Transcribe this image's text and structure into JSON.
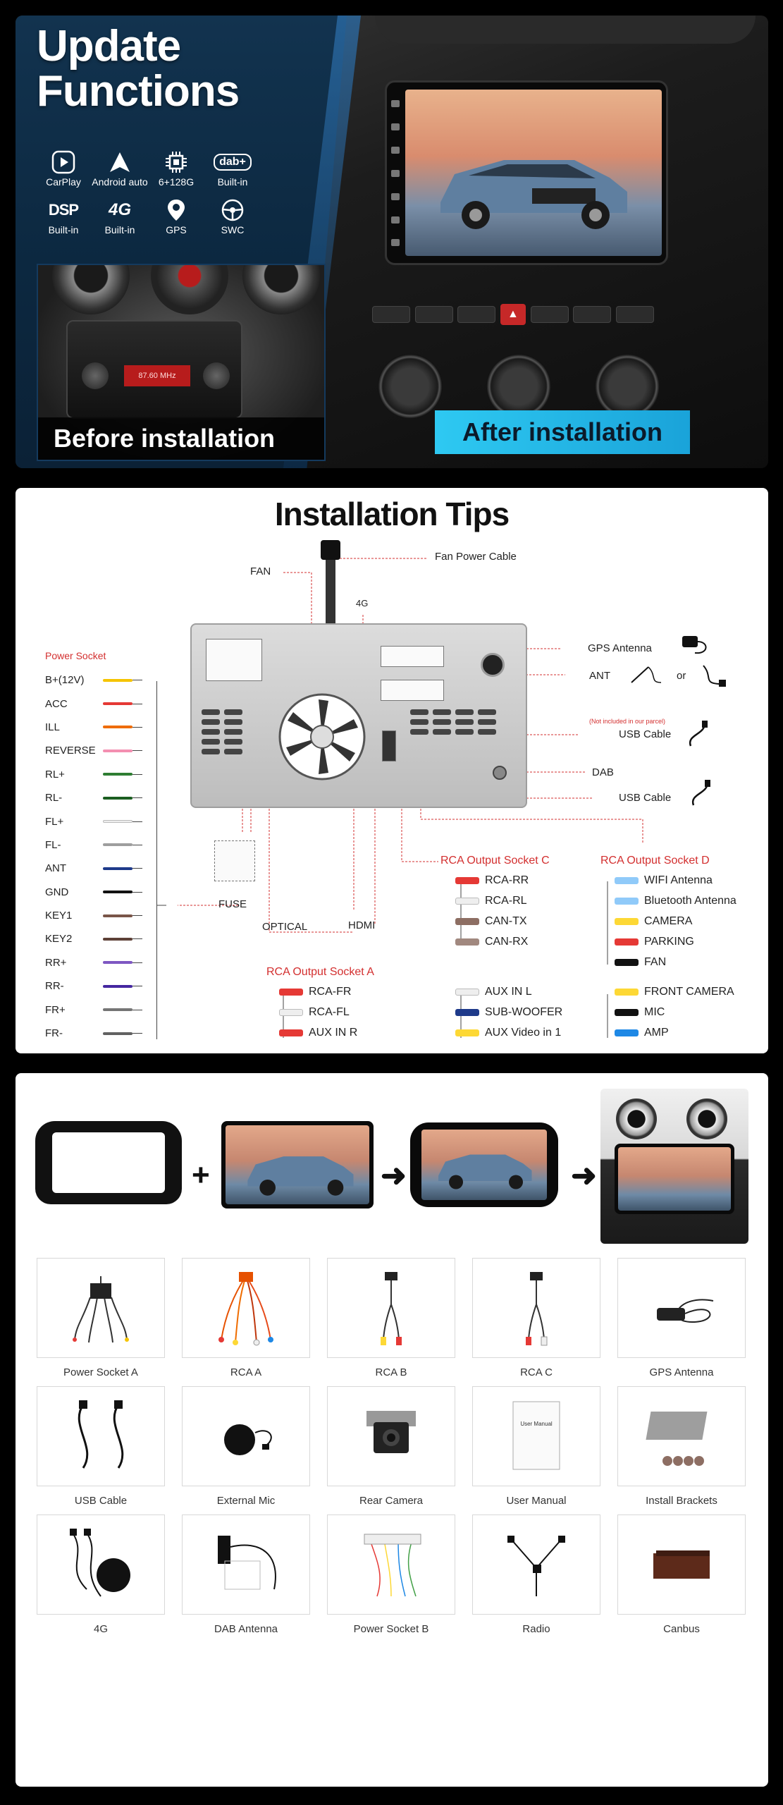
{
  "panel1": {
    "title_line1": "Update",
    "title_line2": "Functions",
    "features": [
      {
        "icon": "carplay-icon",
        "top": "",
        "label": "CarPlay"
      },
      {
        "icon": "android-auto-icon",
        "top": "",
        "label": "Android auto"
      },
      {
        "icon": "chip-icon",
        "top": "",
        "label": "6+128G"
      },
      {
        "icon": "dab-icon",
        "top": "dab+",
        "label": "Built-in"
      },
      {
        "icon": "dsp-icon",
        "top": "DSP",
        "label": "Built-in"
      },
      {
        "icon": "4g-icon",
        "top": "4G",
        "label": "Built-in"
      },
      {
        "icon": "gps-pin-icon",
        "top": "",
        "label": "GPS"
      },
      {
        "icon": "steering-wheel-icon",
        "top": "",
        "label": "SWC"
      }
    ],
    "radio_display": "87.60 MHz",
    "before_label": "Before installation",
    "after_label": "After installation"
  },
  "panel2": {
    "title": "Installation Tips",
    "labels": {
      "fan_power_cable": "Fan Power Cable",
      "fan": "FAN",
      "g4": "4G",
      "gps_antenna": "GPS Antenna",
      "ant": "ANT",
      "or": "or",
      "not_included": "(Not included in our parcel)",
      "usb_cable_1": "USB Cable",
      "dab": "DAB",
      "usb_cable_2": "USB Cable",
      "power_socket": "Power Socket",
      "fuse": "FUSE",
      "optical": "OPTICAL",
      "hdmi": "HDMI",
      "rca_c": "RCA Output Socket C",
      "rca_d": "RCA Output Socket D",
      "rca_a": "RCA Output Socket A"
    },
    "power_pins": [
      {
        "name": "B+(12V)",
        "color": "#f5c400"
      },
      {
        "name": "ACC",
        "color": "#e53935"
      },
      {
        "name": "ILL",
        "color": "#ef6c00"
      },
      {
        "name": "REVERSE",
        "color": "#f48fb1"
      },
      {
        "name": "RL+",
        "color": "#2e7d32"
      },
      {
        "name": "RL-",
        "color": "#1b5e20"
      },
      {
        "name": "FL+",
        "color": "#eeeeee"
      },
      {
        "name": "FL-",
        "color": "#9e9e9e"
      },
      {
        "name": "ANT",
        "color": "#1e3a8a"
      },
      {
        "name": "GND",
        "color": "#111111"
      },
      {
        "name": "KEY1",
        "color": "#795548"
      },
      {
        "name": "KEY2",
        "color": "#5d4037"
      },
      {
        "name": "RR+",
        "color": "#7e57c2"
      },
      {
        "name": "RR-",
        "color": "#4527a0"
      },
      {
        "name": "FR+",
        "color": "#757575"
      },
      {
        "name": "FR-",
        "color": "#616161"
      }
    ],
    "rca_c_items": [
      "RCA-RR",
      "RCA-RL",
      "CAN-TX",
      "CAN-RX"
    ],
    "rca_c_colors": [
      "#e53935",
      "#eeeeee",
      "#8d6e63",
      "#a1887f"
    ],
    "rca_d_items": [
      "WIFI Antenna",
      "Bluetooth Antenna",
      "CAMERA",
      "PARKING",
      "FAN"
    ],
    "rca_d_colors": [
      "#90caf9",
      "#90caf9",
      "#fdd835",
      "#e53935",
      "#111111"
    ],
    "rca_a_items": [
      "RCA-FR",
      "RCA-FL",
      "AUX IN R"
    ],
    "rca_a_colors": [
      "#e53935",
      "#eeeeee",
      "#e53935"
    ],
    "aux_items": [
      "AUX IN L",
      "SUB-WOOFER",
      "AUX Video in 1"
    ],
    "aux_colors": [
      "#eeeeee",
      "#1e3a8a",
      "#fdd835"
    ],
    "extra_items": [
      "FRONT CAMERA",
      "MIC",
      "AMP"
    ],
    "extra_colors": [
      "#fdd835",
      "#111111",
      "#1e88e5"
    ]
  },
  "panel3": {
    "ops": [
      "+",
      "➜",
      "➜"
    ],
    "accessories": [
      "Power Socket A",
      "RCA  A",
      "RCA  B",
      "RCA  C",
      "GPS Antenna",
      "USB Cable",
      "External Mic",
      "Rear Camera",
      "User Manual",
      "Install Brackets",
      "4G",
      "DAB Antenna",
      "Power Socket B",
      "Radio",
      "Canbus"
    ],
    "manual_text": "User Manual"
  }
}
